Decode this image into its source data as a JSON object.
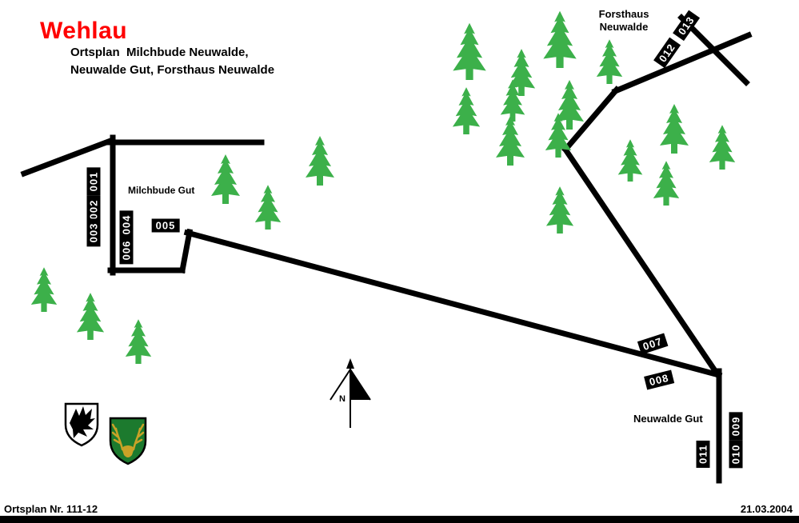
{
  "title": "Wehlau",
  "subtitle": {
    "line1": "Ortsplan  Milchbude Neuwalde,",
    "line2": "Neuwalde Gut, Forsthaus Neuwalde"
  },
  "labels": {
    "forsthaus_line1": "Forsthaus",
    "forsthaus_line2": "Neuwalde",
    "milchbude": "Milchbude Gut",
    "neuwalde_gut": "Neuwalde Gut"
  },
  "plots": [
    {
      "label": "001"
    },
    {
      "label": "002"
    },
    {
      "label": "003"
    },
    {
      "label": "004"
    },
    {
      "label": "005"
    },
    {
      "label": "006"
    },
    {
      "label": "007"
    },
    {
      "label": "008"
    },
    {
      "label": "009"
    },
    {
      "label": "010"
    },
    {
      "label": "011"
    },
    {
      "label": "012"
    },
    {
      "label": "013"
    }
  ],
  "compass": {
    "label": "N"
  },
  "footer": {
    "left": "Ortsplan Nr. 111-12",
    "right": "21.03.2004"
  },
  "colors": {
    "title": "#ff0000",
    "road": "#000000",
    "tree": "#3cb04a",
    "shield_green": "#1c7a2e",
    "antler_gold": "#c9a227"
  }
}
